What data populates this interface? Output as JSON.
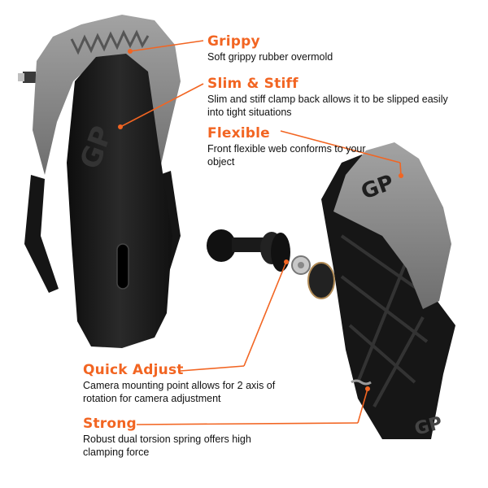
{
  "callouts": {
    "grippy": {
      "title": "Grippy",
      "desc": "Soft grippy rubber overmold"
    },
    "slim": {
      "title": "Slim & Stiff",
      "desc": "Slim and stiff clamp back allows it to be slipped easily into tight situations"
    },
    "flexible": {
      "title": "Flexible",
      "desc": "Front flexible web conforms to your object"
    },
    "quick": {
      "title": "Quick Adjust",
      "desc": "Camera mounting point allows for 2 axis of rotation for camera adjustment"
    },
    "strong": {
      "title": "Strong",
      "desc": "Robust dual torsion spring offers high clamping force"
    }
  },
  "logo_mark": "GP",
  "colors": {
    "accent": "#f26522",
    "rubber": "#8d8d8d",
    "body": "#1c1c1c"
  }
}
